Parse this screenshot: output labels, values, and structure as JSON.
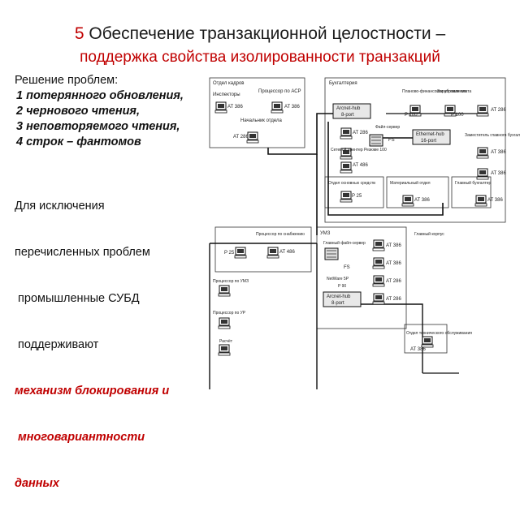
{
  "slide": {
    "title_number": "5",
    "title_text": "Обеспечение транзакционной целостности –",
    "subtitle": "поддержка свойства изолированности транзакций"
  },
  "left_text": {
    "problems_heading": "Решение проблем:",
    "problems": [
      "1 потерянного обновления,",
      "2 чернового чтения,",
      "3 неповторяемого чтения,",
      "4 строк – фантомов"
    ],
    "exclusion_lines": [
      "Для исключения",
      "перечисленных проблем",
      " промышленные СУБД",
      " поддерживают"
    ],
    "mechanism_lines": [
      "механизм блокирования и",
      " многовариантности",
      "данных"
    ]
  },
  "diagram": {
    "departments": {
      "staff": "Отдел кадров",
      "accounting": "Бухгалтерия",
      "planning": "Планово-финансовое управление",
      "payroll": "Заработная плата",
      "deputy": "Заместитель главного бухгалтера",
      "material": "Материальный отдел",
      "depreciation": "Отдел основных средств",
      "main_cashier": "Главный бухгалтер",
      "procurement": "Процессор по снабжению",
      "main_building": "Главный корпус",
      "data_center": "Отдел технического обслуживания",
      "umz": "УМЗ"
    },
    "devices": {
      "inspectors": "Инспекторы",
      "asr_processor": "Процессор по АСР",
      "personnel_head": "Начальник отдела",
      "arcnet_hub": "Arcnet-hub",
      "hub_ports": "8-port",
      "ethernet_hub": "Ethernet-hub",
      "ethernet_ports": "16-port",
      "file_server": "Файл-сервер",
      "fs": "FS",
      "resume": "Резюме 100",
      "network_printer": "Сетевой принтер",
      "main_file_server": "Главный файл-сервер",
      "netware": "NetWare 5P",
      "p90": "P 90",
      "processor_umz": "Процессор по УМЗ",
      "processor_ur": "Процессор по УР",
      "p25": "P 25",
      "rasch": "Расчёт"
    },
    "labels": {
      "at386": "AT 386",
      "at486": "AT 486",
      "at286": "AT 286",
      "p100": "P 100",
      "p25": "P 25"
    }
  }
}
